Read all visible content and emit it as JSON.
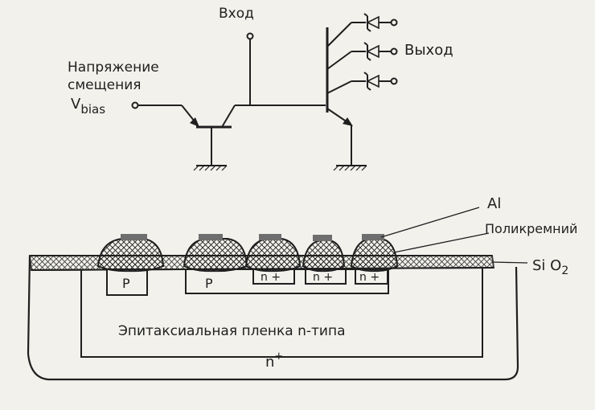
{
  "labels": {
    "input": "Вход",
    "output": "Выход",
    "bias_line1": "Напряжение",
    "bias_line2": "смещения",
    "vbias_main": "V",
    "vbias_sub": "bias",
    "al": "Al",
    "polysilicon": "Поликремний",
    "sio2_main": "Si O",
    "sio2_sub": "2",
    "p_region": "P",
    "n_plus": "n +",
    "epi_layer": "Эпитаксиальная  пленка  n-типа",
    "substrate": "n",
    "substrate_sup": "+"
  },
  "colors": {
    "ink": "#1f1f1f",
    "paper": "#f2f1ec",
    "metal": "#6e6e6e"
  }
}
